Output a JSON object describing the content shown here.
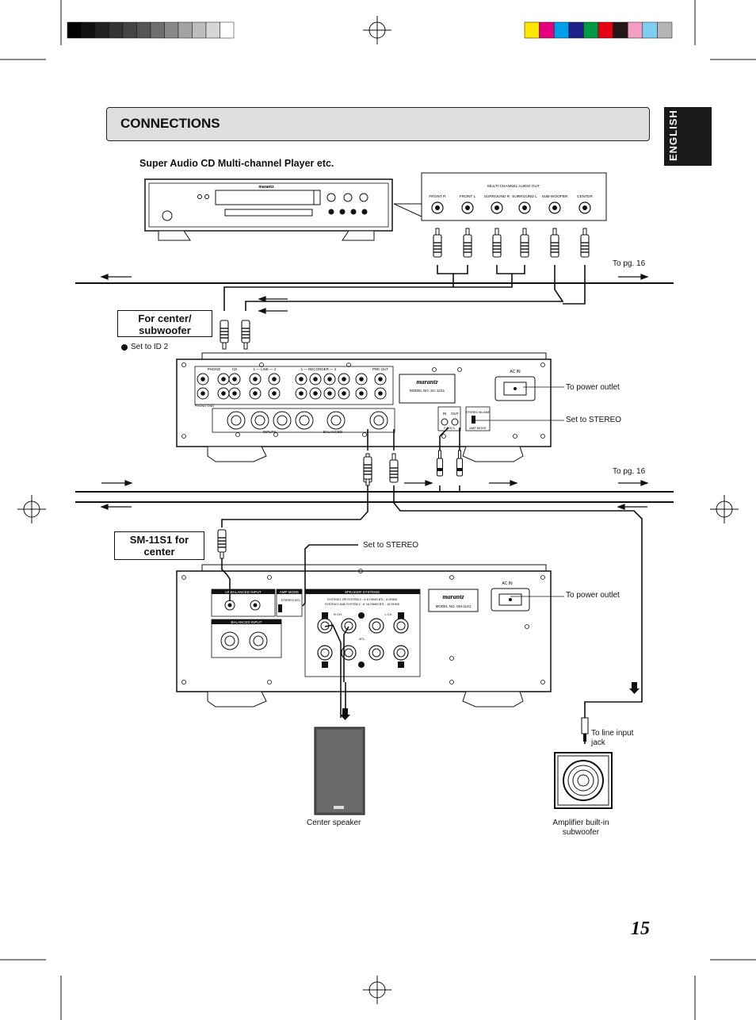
{
  "title": "CONNECTIONS",
  "language_tab": "ENGLISH",
  "source_heading": "Super Audio CD Multi-channel Player etc.",
  "player": {
    "brand": "marantz",
    "output_panel_title": "MULTI CHANNEL AUDIO OUT",
    "outputs": [
      "FRONT R",
      "FRONT L",
      "SURROUND R",
      "SURROUND L",
      "SUB-WOOFER",
      "CENTER"
    ]
  },
  "callouts": {
    "center_sub": "For center/ subwoofer",
    "sm11s1": "SM-11S1 for center"
  },
  "notes": {
    "set_id2": "Set to ID 2",
    "to_pg16_top": "To pg. 16",
    "to_pg16_mid": "To pg. 16",
    "power_outlet_1": "To power outlet",
    "set_stereo_1": "Set to STEREO",
    "set_stereo_2": "Set to STEREO",
    "power_outlet_2": "To power outlet",
    "line_input": "To line input jack",
    "center_speaker": "Center speaker",
    "subwoofer": "Amplifier built-in subwoofer"
  },
  "preamp": {
    "brand": "marantz",
    "model": "MODEL NO.  SC-11S1",
    "ac_in": "AC IN",
    "sections": [
      "PHONO",
      "CD",
      "1 — LINE — 2",
      "1 — RECORDER — 2",
      "PRE OUT"
    ],
    "inputs_label": "INPUTS",
    "balanced_label": "BALANCED",
    "fcb_label": "F.C.B.S",
    "amp_mode_label": "AMP MODE",
    "stereo_switch": "STEREO BI-AMP",
    "in_label": "IN",
    "out_label": "OUT",
    "phono_gnd": "PHONO GND"
  },
  "poweramp": {
    "brand": "marantz",
    "model": "MODEL NO.  SM-11S1",
    "ac_in": "AC IN",
    "unbalanced": "UNBALANCED INPUT",
    "balanced": "BALANCED INPUT",
    "amp_mode": "AMP MODE",
    "amp_mode_options": "STEREO BTL",
    "speaker_systems": "SPEAKER SYSTEMS",
    "spec_line1": "SYSTEM 1 OR SYSTEM 2 : 4~8 OHMS  BTL : 8 OHMS",
    "spec_line2": "SYSTEM 1 AND SYSTEM 2 : 8~16 OHMS  BTL : 16 OHMS",
    "r_ch": "R CH",
    "l_ch": "L CH",
    "btl": "BTL"
  },
  "page_number": "15",
  "colors": {
    "title_bar": "#dedede",
    "tab": "#1a1a1a",
    "color_bar": [
      "#ffe600",
      "#e5007f",
      "#00a0e9",
      "#1d2088",
      "#009944",
      "#e60012",
      "#231815",
      "#f19ec2",
      "#7ecef4",
      "#b5b5b6"
    ],
    "gray_bar": [
      "#000000",
      "#111111",
      "#222222",
      "#333333",
      "#444444",
      "#555555",
      "#6e6e6e",
      "#888888",
      "#a3a3a3",
      "#bdbdbd",
      "#d6d6d6",
      "#ffffff"
    ]
  }
}
